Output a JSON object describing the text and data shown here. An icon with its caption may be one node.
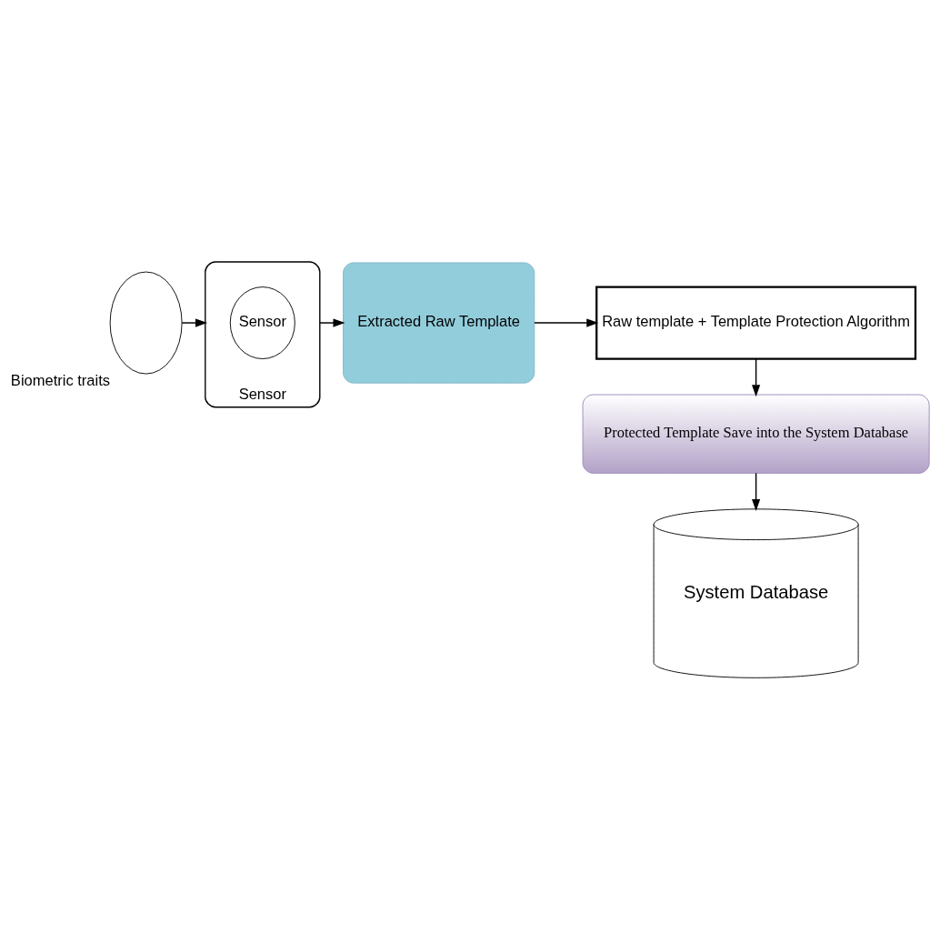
{
  "diagram": {
    "nodes": [
      {
        "text": [],
        "shape": "ellipse",
        "beside": [
          "Biometric traits"
        ]
      },
      {
        "text": [],
        "shape": "ellipse",
        "beside": [
          "Sensor"
        ]
      },
      {
        "text": [
          "Sensor"
        ],
        "in": 1
      },
      {
        "text": [
          "Extracted Raw Template"
        ]
      },
      {
        "text": [
          "Raw template + Template Protection Algorithm"
        ]
      },
      {
        "text": [
          "Protected Template Save into the System Database"
        ]
      },
      {
        "text": [
          "System Database"
        ]
      }
    ],
    "edges": [
      {
        "from": 0,
        "to": 1,
        "arrow": "to"
      },
      {
        "from": 1,
        "to": 3,
        "arrow": "to"
      },
      {
        "from": 3,
        "to": 4,
        "arrow": "to"
      },
      {
        "from": 4,
        "to": 5,
        "arrow": "to"
      },
      {
        "from": 5,
        "to": 6,
        "arrow": "to"
      }
    ]
  }
}
